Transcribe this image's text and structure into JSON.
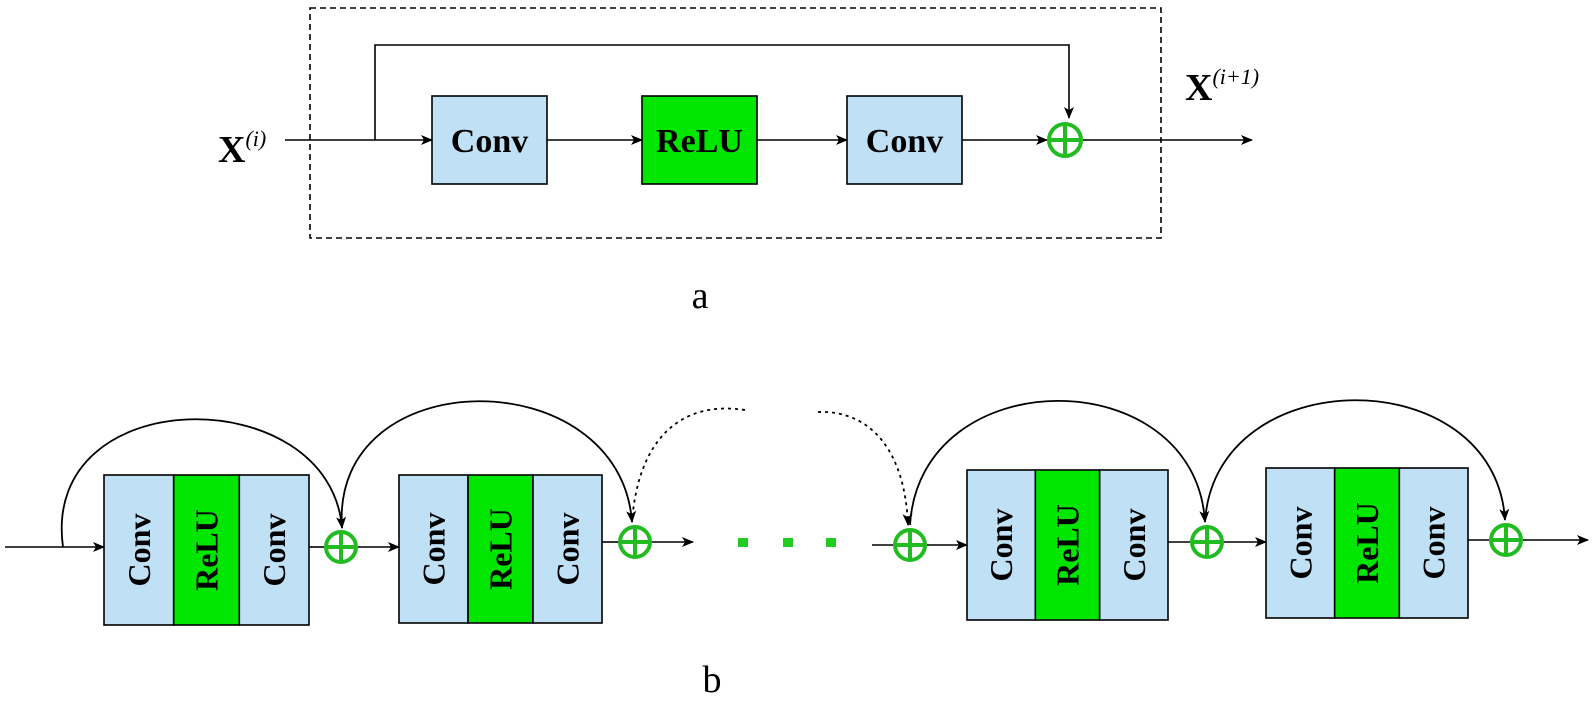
{
  "colors": {
    "conv": "#bfe0f5",
    "relu": "#00e600",
    "plus": "#22bb22",
    "stroke": "#000000"
  },
  "panel_a": {
    "input_var": "X",
    "input_sup": "(i)",
    "output_var": "X",
    "output_sup": "(i+1)",
    "blocks": [
      "Conv",
      "ReLU",
      "Conv"
    ],
    "caption": "a"
  },
  "panel_b": {
    "block_labels": [
      "Conv",
      "ReLU",
      "Conv"
    ],
    "caption": "b"
  }
}
